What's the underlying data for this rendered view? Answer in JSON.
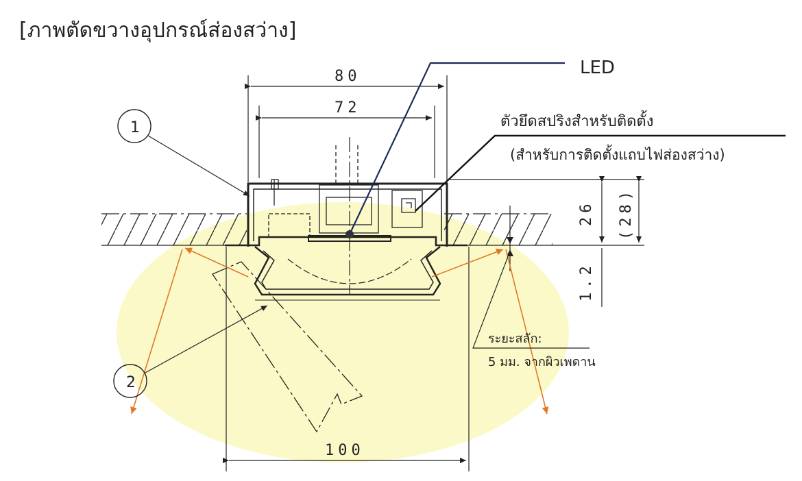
{
  "title": "[ภาพตัดขวางอุปกรณ์ส่องสว่าง]",
  "labels": {
    "led": "LED",
    "spring_clip": "ตัวยึดสปริงสำหรับติดตั้ง",
    "spring_clip_note": "(สำหรับการติดตั้งแถบไฟส่องสว่าง)",
    "protrusion_line1": "ระยะสลัก:",
    "protrusion_line2": "5 มม. จากผิวเพดาน",
    "callout_1": "1",
    "callout_2": "2"
  },
  "dimensions": {
    "width_outer": "80",
    "width_inner": "72",
    "height_body": "26",
    "height_total": "(28)",
    "flange": "1.2",
    "cutout": "100"
  },
  "colors": {
    "light_glow": "#fbf9c8",
    "light_ray": "#e0782a",
    "leader_blue": "#1c2a5a",
    "line": "#222222"
  }
}
